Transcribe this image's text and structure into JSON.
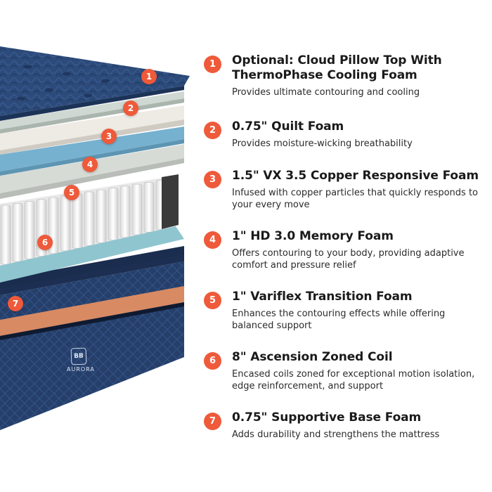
{
  "colors": {
    "accent": "#ee5a3a",
    "mattress_top": "#2c4a7a",
    "mattress_side": "#24416e",
    "copper_band": "#d88a63",
    "foam_blue": "#76b1cf",
    "foam_aqua": "#8fc5cf"
  },
  "brand": {
    "monogram": "BB",
    "name": "AURORA"
  },
  "layers": [
    {
      "number": "1",
      "title": "Optional: Cloud Pillow Top With ThermoPhase Cooling Foam",
      "description": "Provides ultimate contouring and cooling"
    },
    {
      "number": "2",
      "title": "0.75\" Quilt Foam",
      "description": "Provides moisture-wicking breathability"
    },
    {
      "number": "3",
      "title": "1.5\" VX 3.5 Copper Responsive Foam",
      "description": "Infused with copper particles that quickly responds to your every move"
    },
    {
      "number": "4",
      "title": "1\" HD 3.0 Memory Foam",
      "description": "Offers contouring to your body, providing adaptive comfort and pressure relief"
    },
    {
      "number": "5",
      "title": "1\" Variflex Transition Foam",
      "description": "Enhances the contouring effects while offering balanced support"
    },
    {
      "number": "6",
      "title": "8\" Ascension Zoned Coil",
      "description": "Encased coils zoned for exceptional motion isolation, edge reinforcement, and support"
    },
    {
      "number": "7",
      "title": "0.75\" Supportive Base Foam",
      "description": "Adds durability and strengthens the mattress"
    }
  ]
}
